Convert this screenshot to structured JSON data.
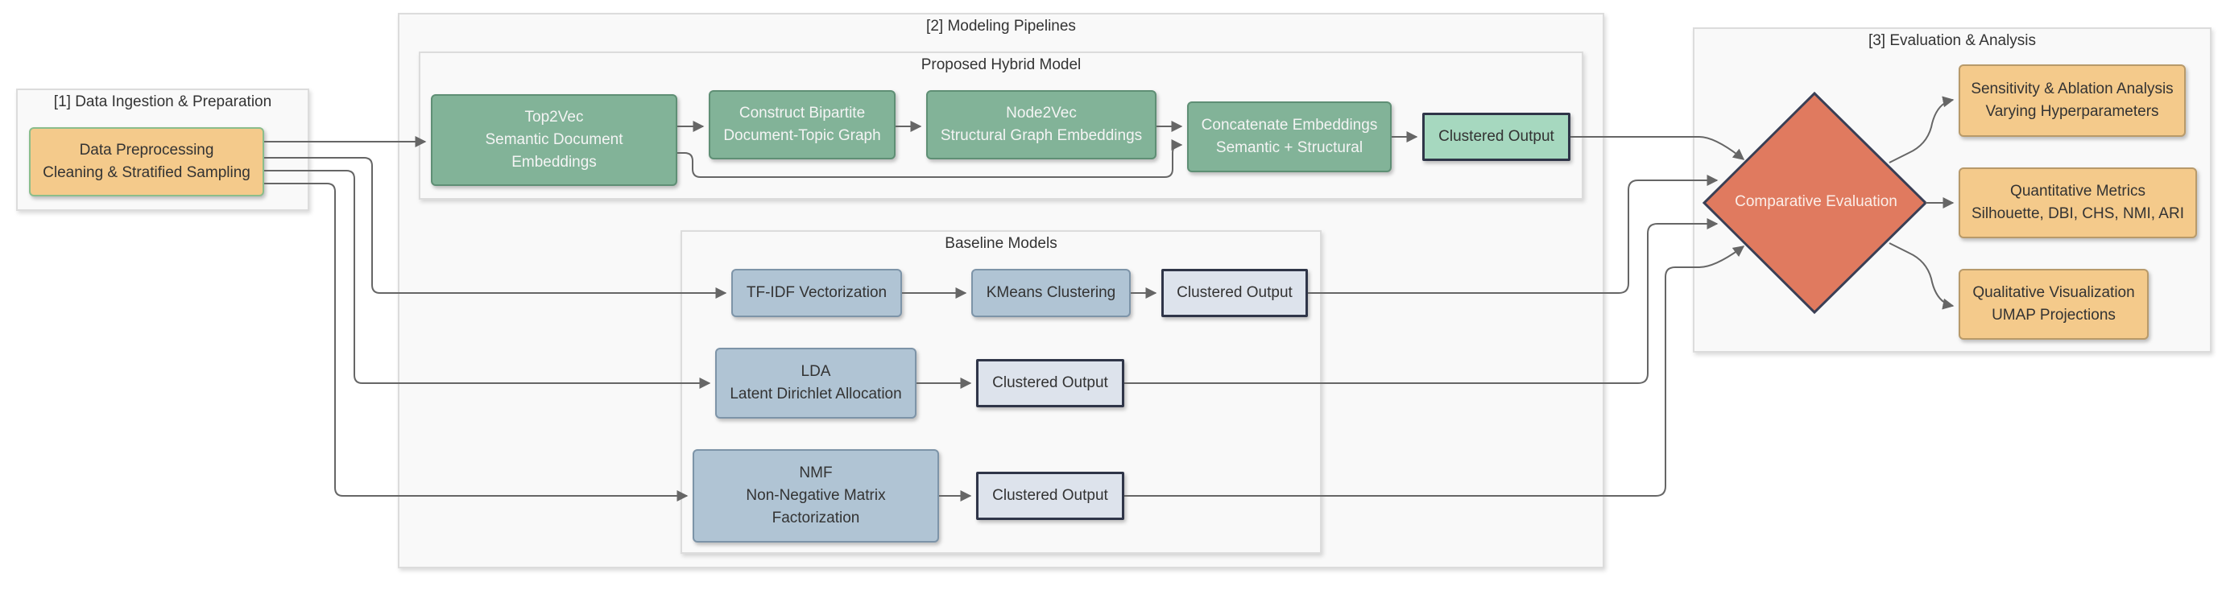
{
  "clusters": {
    "ingestion": "[1] Data Ingestion & Preparation",
    "modeling": "[2] Modeling Pipelines",
    "hybrid": "Proposed Hybrid Model",
    "baseline": "Baseline Models",
    "evaluation": "[3] Evaluation & Analysis"
  },
  "nodes": {
    "preprocessing": [
      "Data Preprocessing",
      "Cleaning & Stratified Sampling"
    ],
    "top2vec": [
      "Top2Vec",
      "Semantic Document",
      "Embeddings"
    ],
    "bipartite": [
      "Construct Bipartite",
      "Document-Topic Graph"
    ],
    "node2vec": [
      "Node2Vec",
      "Structural Graph Embeddings"
    ],
    "concat": [
      "Concatenate Embeddings",
      "Semantic + Structural"
    ],
    "hybrid_output": "Clustered Output",
    "tfidf": "TF-IDF Vectorization",
    "kmeans": "KMeans Clustering",
    "kmeans_output": "Clustered Output",
    "lda": [
      "LDA",
      "Latent Dirichlet Allocation"
    ],
    "lda_output": "Clustered Output",
    "nmf": [
      "NMF",
      "Non-Negative Matrix",
      "Factorization"
    ],
    "nmf_output": "Clustered Output",
    "comparative": "Comparative Evaluation",
    "sensitivity": [
      "Sensitivity & Ablation Analysis",
      "Varying Hyperparameters"
    ],
    "quantitative": [
      "Quantitative Metrics",
      "Silhouette, DBI, CHS, NMI, ARI"
    ],
    "qualitative": [
      "Qualitative Visualization",
      "UMAP Projections"
    ]
  },
  "colors": {
    "edge": "#666666",
    "diamond_fill": "#e07a5f",
    "diamond_stroke": "#3a3f55"
  }
}
